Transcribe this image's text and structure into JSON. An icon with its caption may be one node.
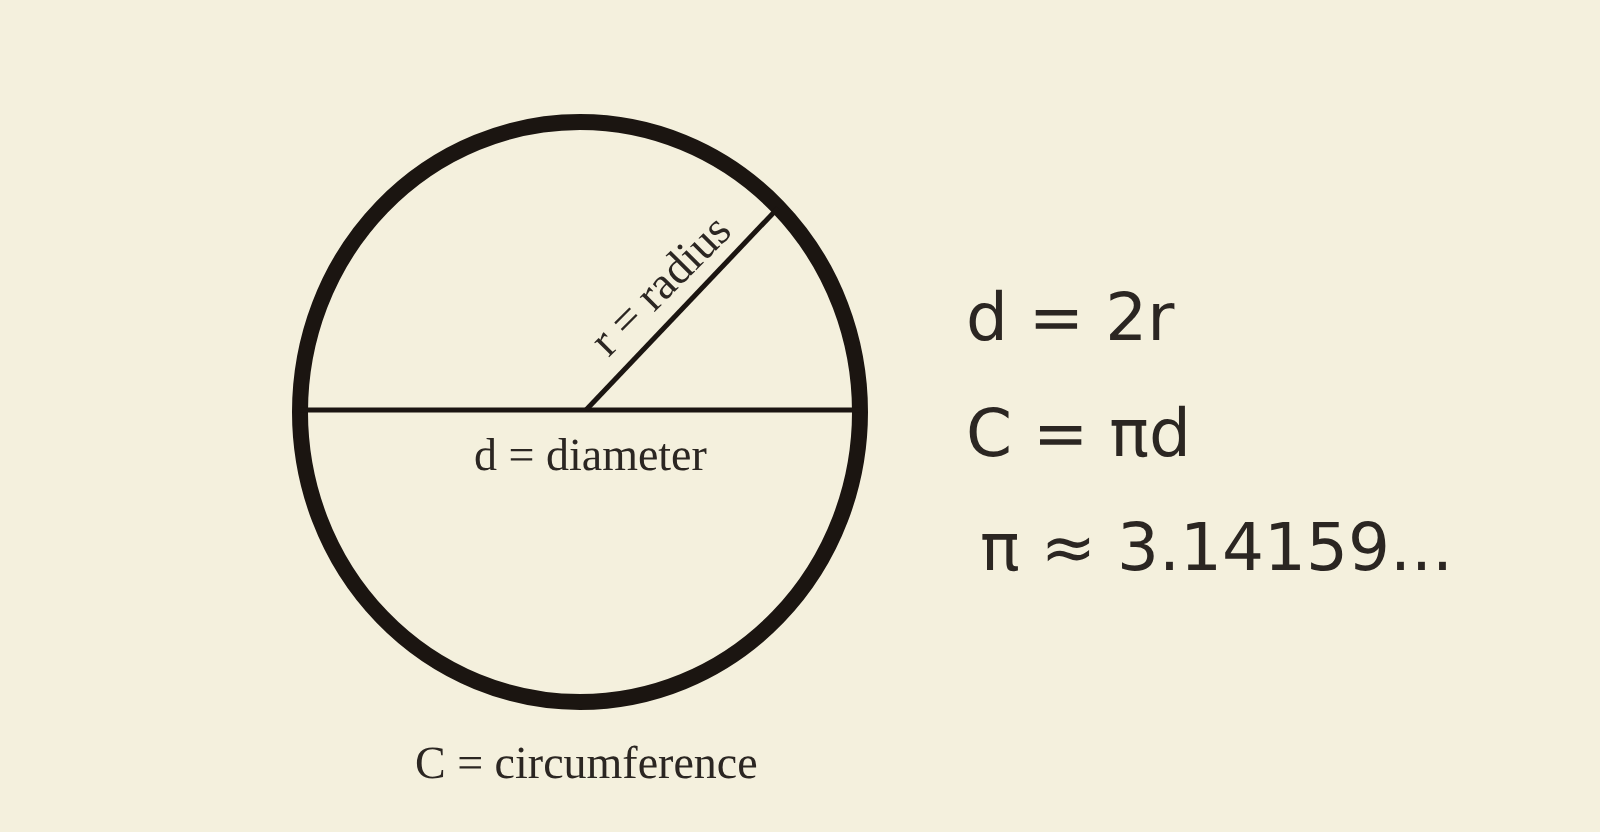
{
  "diagram": {
    "labels": [
      "r = radius",
      "d = diameter",
      "C = circumference",
      "d = 2r",
      "C = πd",
      "π ≈ 3.14159..."
    ]
  }
}
